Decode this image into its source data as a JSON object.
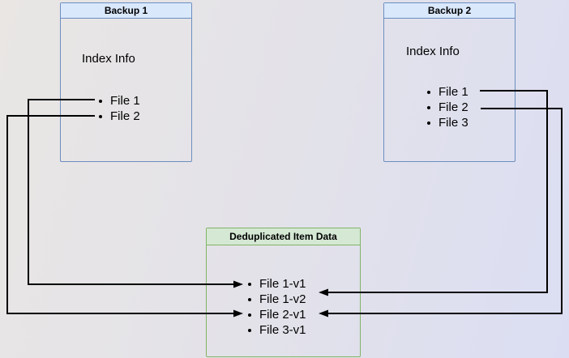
{
  "diagram": {
    "backup1": {
      "title": "Backup 1",
      "subtitle": "Index Info",
      "items": [
        "File 1",
        "File 2"
      ]
    },
    "backup2": {
      "title": "Backup 2",
      "subtitle": "Index Info",
      "items": [
        "File 1",
        "File 2",
        "File 3"
      ]
    },
    "dedup": {
      "title": "Deduplicated Item Data",
      "items": [
        "File 1-v1",
        "File 1-v2",
        "File 2-v1",
        "File 3-v1"
      ]
    },
    "connections": [
      {
        "from": "Backup 1 / File 1",
        "to": "Deduplicated Item Data / File 1-v1"
      },
      {
        "from": "Backup 1 / File 2",
        "to": "Deduplicated Item Data / File 2-v1"
      },
      {
        "from": "Backup 2 / File 1",
        "to": "Deduplicated Item Data / File 1-v2"
      },
      {
        "from": "Backup 2 / File 2",
        "to": "Deduplicated Item Data / File 2-v1"
      }
    ],
    "colors": {
      "blue_box_border": "#6c8ebf",
      "blue_box_header_fill": "#dae8fc",
      "green_box_border": "#82b366",
      "green_box_header_fill": "#d5e8d4",
      "connector": "#000000",
      "background_left": "#e9e6e4",
      "background_right": "#dbdef3",
      "text": "#000000"
    }
  }
}
